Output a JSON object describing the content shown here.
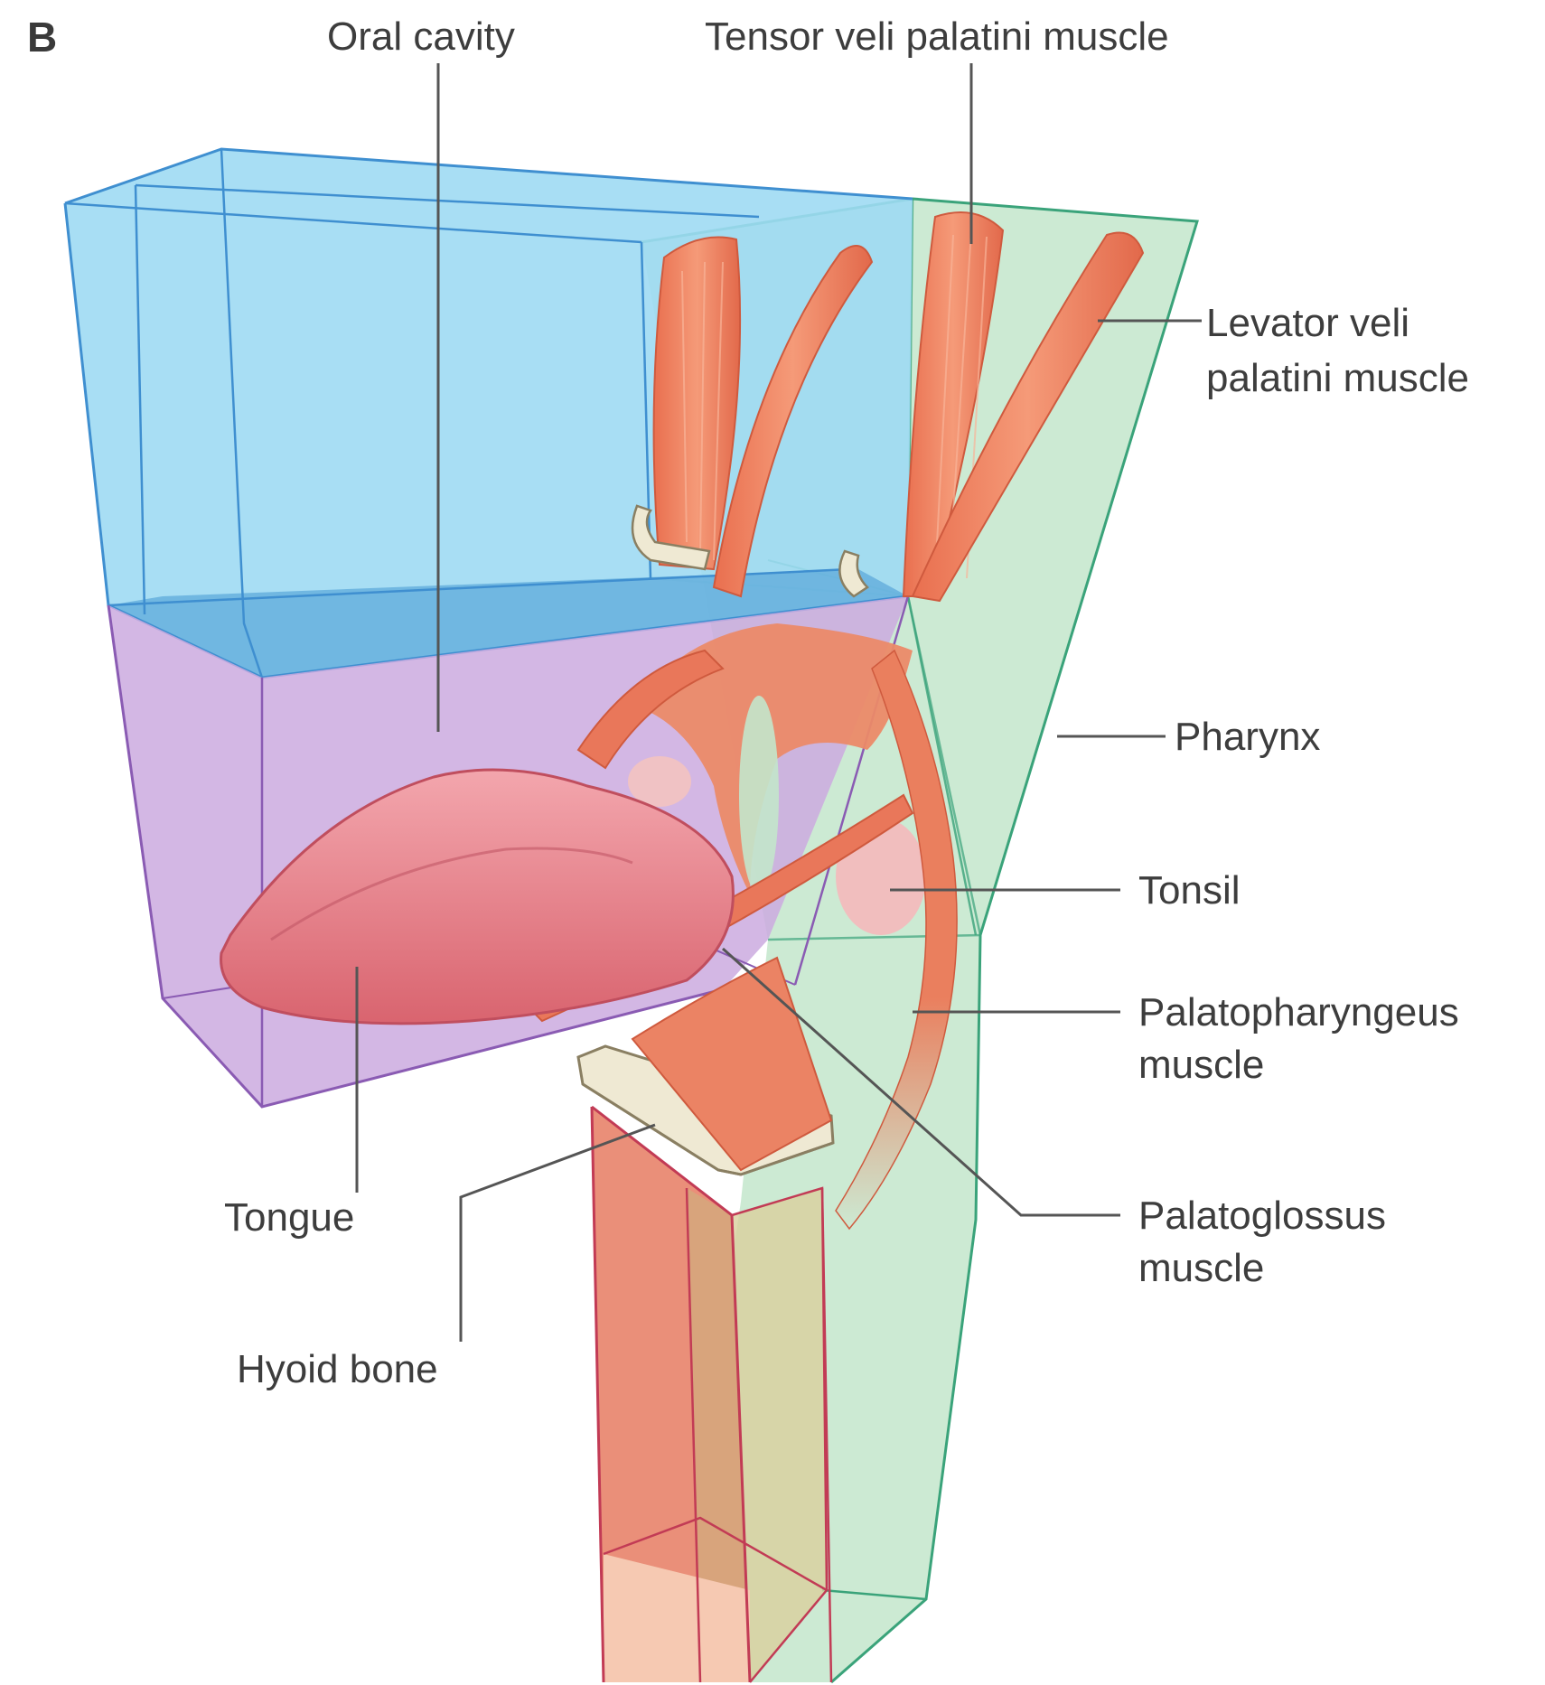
{
  "figure": {
    "panel_letter": "B",
    "labels": {
      "oral_cavity": "Oral cavity",
      "tensor_veli_palatini": "Tensor veli palatini muscle",
      "levator_line1": "Levator veli",
      "levator_line2": "palatini muscle",
      "pharynx": "Pharynx",
      "tonsil": "Tonsil",
      "palatopharyngeus_line1": "Palatopharyngeus",
      "palatopharyngeus_line2": "muscle",
      "palatoglossus_line1": "Palatoglossus",
      "palatoglossus_line2": "muscle",
      "tongue": "Tongue",
      "hyoid_bone": "Hyoid bone"
    },
    "colors": {
      "oral_cavity_region": "#8fd3f0",
      "oral_cavity_edge": "#3f8fd0",
      "tongue_region": "#c9a6dc",
      "tongue_region_edge": "#8a5bb3",
      "pharynx_region": "#bfe3c6",
      "pharynx_edge": "#3aa37a",
      "larynx_region": "#e8826a",
      "larynx_edge": "#c23b55",
      "muscle": "#ea7f5e",
      "tongue": "#e88b95",
      "bone": "#ede7d2"
    }
  }
}
